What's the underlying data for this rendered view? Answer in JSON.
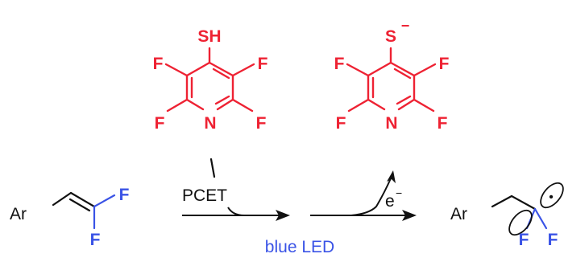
{
  "reagent_thiol": {
    "group": "SH",
    "atoms": {
      "f_left_top": "F",
      "f_right_top": "F",
      "f_left_bot": "F",
      "f_right_bot": "F",
      "n": "N"
    },
    "color": "#ee2233"
  },
  "reagent_thiolate": {
    "group": "S",
    "charge": "−",
    "atoms": {
      "f_left_top": "F",
      "f_right_top": "F",
      "f_left_bot": "F",
      "f_right_bot": "F",
      "n": "N"
    },
    "color": "#ee2233"
  },
  "substrate": {
    "ar": "Ar",
    "f_top": "F",
    "f_bottom": "F",
    "fluorine_color": "#3a53e6"
  },
  "arrows": {
    "pcet": "PCET",
    "electron": "e",
    "electron_charge": "−",
    "condition": "blue LED",
    "condition_color": "#3a53e6"
  },
  "product": {
    "ar": "Ar",
    "f_left": "F",
    "f_right": "F",
    "radical": "•",
    "fluorine_color": "#3a53e6"
  }
}
